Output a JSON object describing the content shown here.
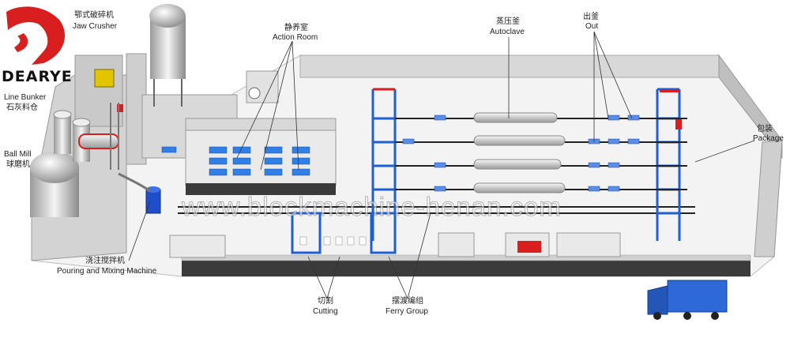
{
  "logo": {
    "brand": "DEARYE"
  },
  "watermark": "www.blockmachine-henan.com",
  "labels": {
    "crusher_cn": "鄂式破碎机",
    "crusher_en": "Jaw Crusher",
    "line_bunker_en": "Line Bunker",
    "line_bunker_cn": "石灰料仓",
    "ball_mill_en": "Ball Mill",
    "ball_mill_cn": "球磨机",
    "action_room_cn": "静养室",
    "action_room_en": "Action Room",
    "autoclave_cn": "蒸压釜",
    "autoclave_en": "Autoclave",
    "out_cn": "出釜",
    "out_en": "Out",
    "package_cn": "包装",
    "package_en": "Package",
    "pouring_cn": "浇注搅拌机",
    "pouring_en": "Pouring and Mixing Machine",
    "cutting_cn": "切割",
    "cutting_en": "Cutting",
    "ferry_cn": "摆渡编组",
    "ferry_en": "Ferry Group"
  },
  "colors": {
    "wall": "#d6d6d6",
    "floor": "#f2f2f2",
    "dark_wall": "#3a3a3a",
    "rail_blue": "#1f5fd6",
    "accent_red": "#d81e1e",
    "cart_blue": "#2f7fe6",
    "truck_blue": "#2d6ad8"
  }
}
